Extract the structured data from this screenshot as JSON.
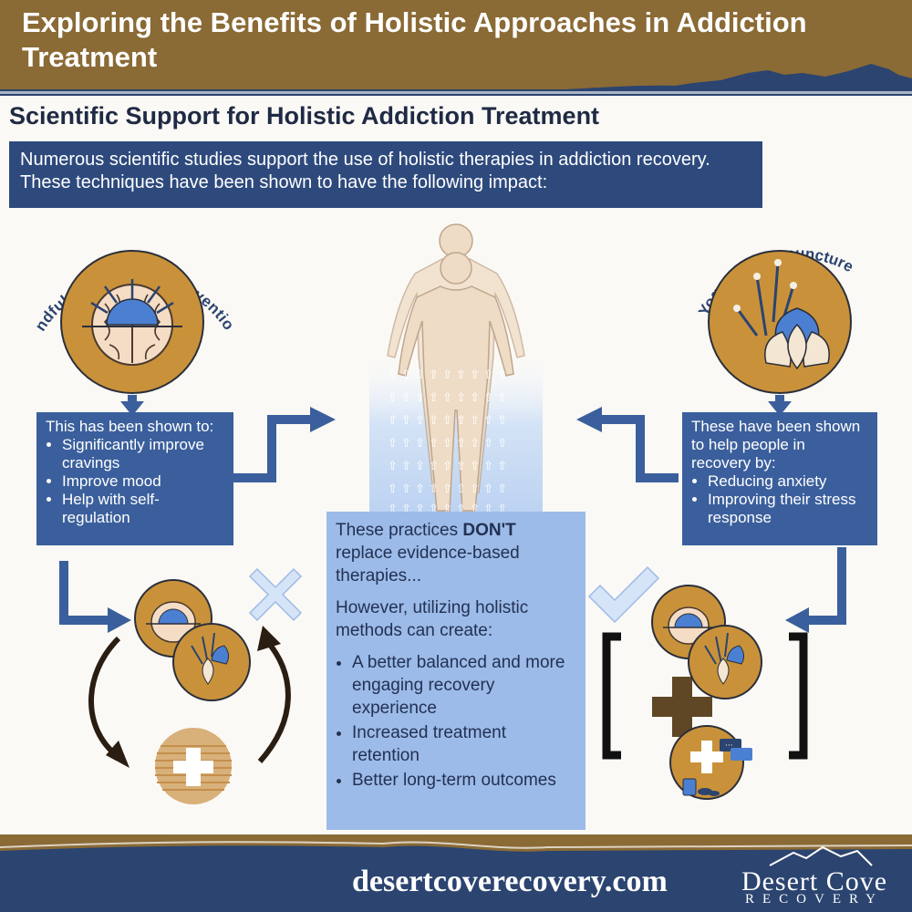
{
  "header": {
    "title": "Exploring the Benefits of Holistic Approaches in Addiction Treatment"
  },
  "section": {
    "title": "Scientific Support for Holistic Addiction Treatment",
    "intro": "Numerous scientific studies support the use of holistic therapies in addiction recovery. These techniques have been shown to have the following impact:"
  },
  "mindfulness": {
    "label": "Mindfulness-based Interventions",
    "heading": "This has been shown to:",
    "items": [
      "Significantly improve cravings",
      "Improve mood",
      "Help with self-regulation"
    ]
  },
  "yoga": {
    "label": "Yoga and Acupuncture",
    "heading": "These have been shown to help people in recovery by:",
    "items": [
      "Reducing anxiety",
      "Improving their stress response"
    ]
  },
  "center": {
    "line1_prefix": "These practices ",
    "line1_emphasis": "DON'T",
    "line1_suffix": " replace evidence-based therapies...",
    "line2": "However, utilizing holistic methods can create:",
    "items": [
      "A better balanced and more engaging recovery experience",
      "Increased treatment retention",
      "Better long-term outcomes"
    ]
  },
  "footer": {
    "website": "desertcoverecovery.com",
    "brand_top": "Desert Cove",
    "brand_bottom": "RECOVERY"
  },
  "colors": {
    "header_brown": "#8a6a35",
    "navy": "#2e4a7d",
    "box_blue": "#3b5f9c",
    "light_blue": "#9cbbe8",
    "gold": "#c9923a",
    "cross_brown": "#5f4725",
    "footer_navy": "#2b4470"
  },
  "icons": [
    "brain-icon",
    "acupuncture-lotus-icon",
    "body-silhouette-icon",
    "cross-mark-icon",
    "check-mark-icon",
    "medical-plus-icon",
    "medication-icon",
    "chat-bubbles-icon",
    "mountain-logo-icon"
  ]
}
